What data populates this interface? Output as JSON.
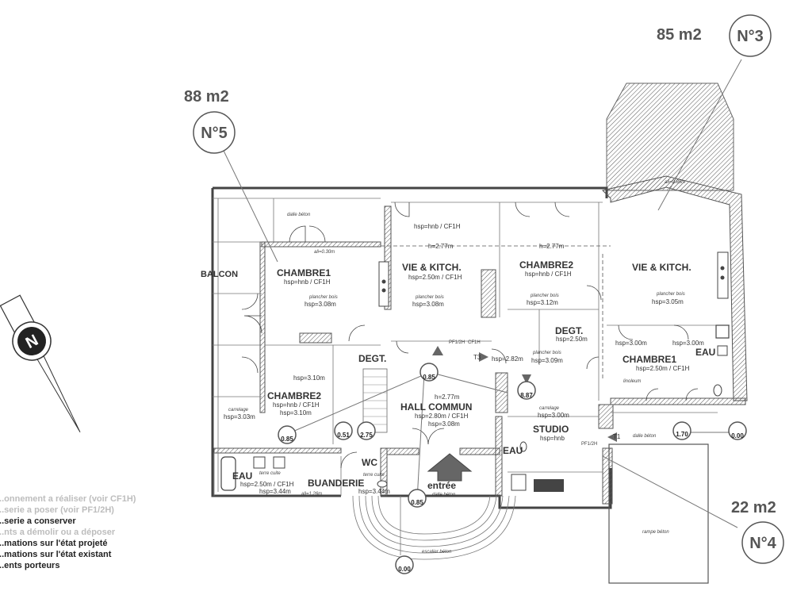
{
  "apartments": [
    {
      "area": "88 m2",
      "number": "N°5"
    },
    {
      "area": "85 m2",
      "number": "N°3"
    },
    {
      "area": "22 m2",
      "number": "N°4"
    }
  ],
  "rooms": {
    "balcon": {
      "name": "BALCON"
    },
    "dalle_beton_top": {
      "label": "dalle béton"
    },
    "chambre1_left": {
      "name": "CHAMBRE1",
      "hsp": "hsp=hnb / CF1H",
      "floor": "plancher bois",
      "hsp2": "hsp=3.08m",
      "ali": "ali=0.30m"
    },
    "chambre2_left": {
      "name": "CHAMBRE2",
      "hsp": "hsp=hnb / CF1H",
      "hsp2": "hsp=3.10m",
      "hsp3": "hsp=3.10m",
      "floor": "carrelage",
      "hsp4": "hsp=3.03m"
    },
    "vie_kitch_left": {
      "name": "VIE & KITCH.",
      "hsp": "hsp=2.50m / CF1H",
      "floor": "plancher bois",
      "hsp2": "hsp=3.08m",
      "h": "h=2.77m",
      "hsp_top": "hsp=hnb / CF1H"
    },
    "chambre2_center": {
      "name": "CHAMBRE2",
      "hsp": "hsp=hnb / CF1H",
      "floor": "plancher bois",
      "hsp2": "hsp=3.12m",
      "h": "h=2.77m"
    },
    "vie_kitch_right": {
      "name": "VIE & KITCH.",
      "floor": "plancher bois",
      "hsp": "hsp=3.05m",
      "ali": "ali=0.85m"
    },
    "degt_center": {
      "name": "DEGT.",
      "hsp": "hsp=2.50m",
      "floor": "plancher bois",
      "hsp2": "hsp=3.09m",
      "hsp3": "hsp=2.82m"
    },
    "chambre1_right": {
      "name": "CHAMBRE1",
      "hsp": "hsp=2.50m / CF1H",
      "floor": "linoleum",
      "hsp2": "hsp=3.00m",
      "hsp3": "hsp=3.00m"
    },
    "eau_right": {
      "name": "EAU"
    },
    "degt_left": {
      "name": "DEGT."
    },
    "hall": {
      "name": "HALL COMMUN",
      "hsp": "hsp=2.80m / CF1H",
      "hsp2": "hsp=3.08m",
      "h": "h=2.77m"
    },
    "studio": {
      "name": "STUDIO",
      "hsp": "hsp=hnb",
      "floor": "carrelage",
      "hsp2": "hsp=3.00m"
    },
    "eau_studio": {
      "name": "EAU"
    },
    "eau_left": {
      "name": "EAU",
      "floor": "terre cuite",
      "hsp": "hsp=2.50m / CF1H",
      "hsp2": "hsp=3.44m"
    },
    "buanderie": {
      "name": "BUANDERIE",
      "floor": "terre cuite",
      "hsp": "hsp=3.44m",
      "ali": "ali=1.26m"
    },
    "wc": {
      "name": "WC"
    },
    "entree": {
      "name": "entrée",
      "floor": "dalle béton"
    },
    "escalier": {
      "label": "escalier béton"
    },
    "rampe": {
      "label": "rampe béton"
    },
    "dalle_beton_right": {
      "label": "dalle béton"
    }
  },
  "markers": {
    "pf1_left": "PF1/2H",
    "cf1h": "CF1H",
    "t1": "T1",
    "t3": "T3",
    "pf1_right": "PF1/2H"
  },
  "levels": [
    "0.85",
    "0.51",
    "2.75",
    "0.85",
    "8.87",
    "1.70",
    "0.00",
    "0.00",
    "0.85"
  ],
  "legend": [
    {
      "text": "...onnement a réaliser (voir CF1H)",
      "color": "#bdbdbd"
    },
    {
      "text": "...serie a poser (voir PF1/2H)",
      "color": "#bdbdbd"
    },
    {
      "text": "...serie a conserver",
      "color": "#222222"
    },
    {
      "text": "...nts a démolir ou a déposer",
      "color": "#bdbdbd"
    },
    {
      "text": "...mations sur l'état projeté",
      "color": "#222222"
    },
    {
      "text": "...mations sur l'état existant",
      "color": "#222222"
    },
    {
      "text": "...ents porteurs",
      "color": "#222222"
    }
  ],
  "compass": {
    "label": "N",
    "icon": "north-arrow-icon"
  }
}
